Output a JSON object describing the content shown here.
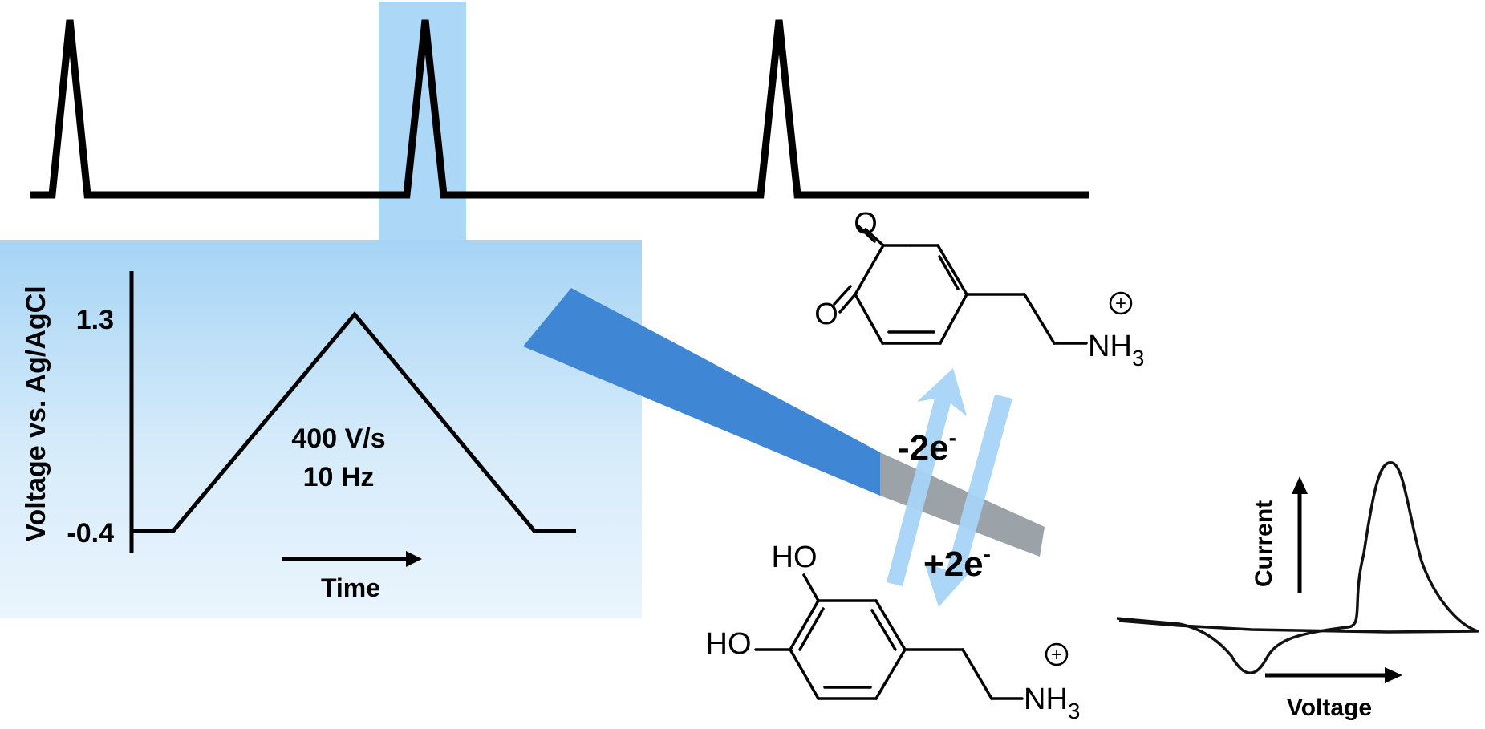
{
  "waveform": {
    "y_axis_label": "Voltage vs. Ag/AgCl",
    "y_tick_high": "1.3",
    "y_tick_low": "-0.4",
    "scan_rate": "400 V/s",
    "frequency": "10 Hz",
    "x_axis_label": "Time"
  },
  "reaction": {
    "oxidation_label": "-2e",
    "reduction_label": "+2e",
    "electron_superscript": "-"
  },
  "quinone": {
    "oxygen_top": "O",
    "oxygen_bottom": "O",
    "amine": "NH",
    "amine_subscript": "3",
    "charge": "+"
  },
  "dopamine": {
    "hydroxyl_top": "HO",
    "hydroxyl_bottom": "HO",
    "amine": "NH",
    "amine_subscript": "3",
    "charge": "+"
  },
  "voltammogram": {
    "y_axis_label": "Current",
    "x_axis_label": "Voltage"
  },
  "colors": {
    "highlight": "#9fd0f5",
    "electrode_blue": "#3f87d4",
    "electrode_tip": "#9ca3a8",
    "arrow_light": "#a7d4f7"
  }
}
